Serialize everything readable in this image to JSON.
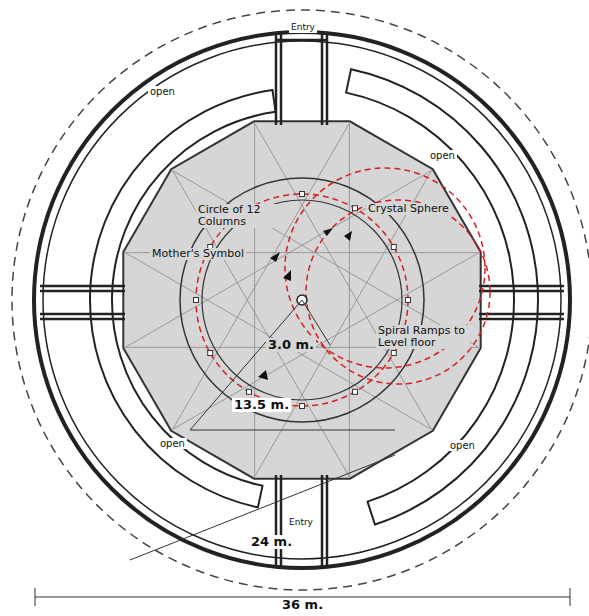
{
  "diagram": {
    "labels": [
      "Entry",
      "open",
      "open",
      "Circle of 12 Columns",
      "Mother's Symbol",
      "Crystal Sphere",
      "Spiral Ramps to Level floor",
      "open",
      "open",
      "3.0 m.",
      "13.5 m.",
      "Entry",
      "24 m.",
      "36 m."
    ]
  }
}
